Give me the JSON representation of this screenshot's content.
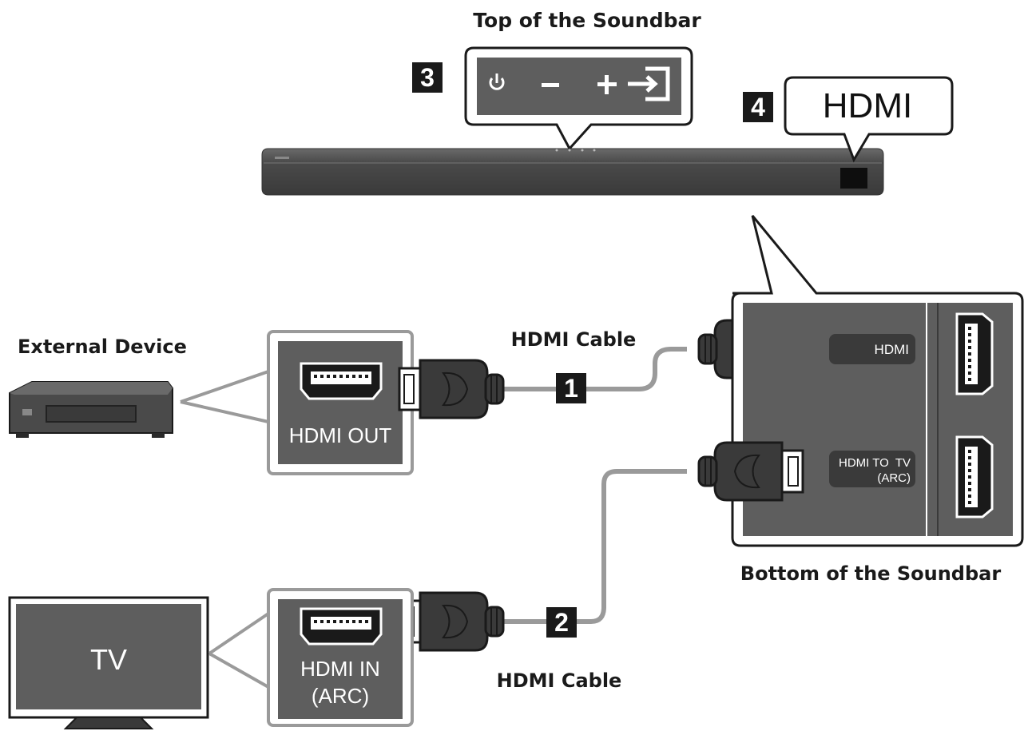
{
  "title": "Top of the Soundbar",
  "top_panel": {
    "step": "3",
    "buttons": [
      "power-icon",
      "minus-icon",
      "plus-icon",
      "input-source-icon"
    ]
  },
  "hdmi_callout": {
    "step": "4",
    "label": "HDMI"
  },
  "external_device": {
    "label": "External Device",
    "port_label": "HDMI OUT"
  },
  "tv": {
    "label": "TV",
    "port_label_line1": "HDMI IN",
    "port_label_line2": "(ARC)"
  },
  "cables": [
    {
      "step": "1",
      "label": "HDMI Cable"
    },
    {
      "step": "2",
      "label": "HDMI Cable"
    }
  ],
  "bottom_panel": {
    "label": "Bottom of the Soundbar",
    "port1": "HDMI",
    "port2_line1": "HDMI TO  TV",
    "port2_line2": "(ARC)"
  },
  "colors": {
    "panel": "#5e5e5e",
    "cable": "#9a9a9a",
    "dark": "#2b2b2b"
  }
}
